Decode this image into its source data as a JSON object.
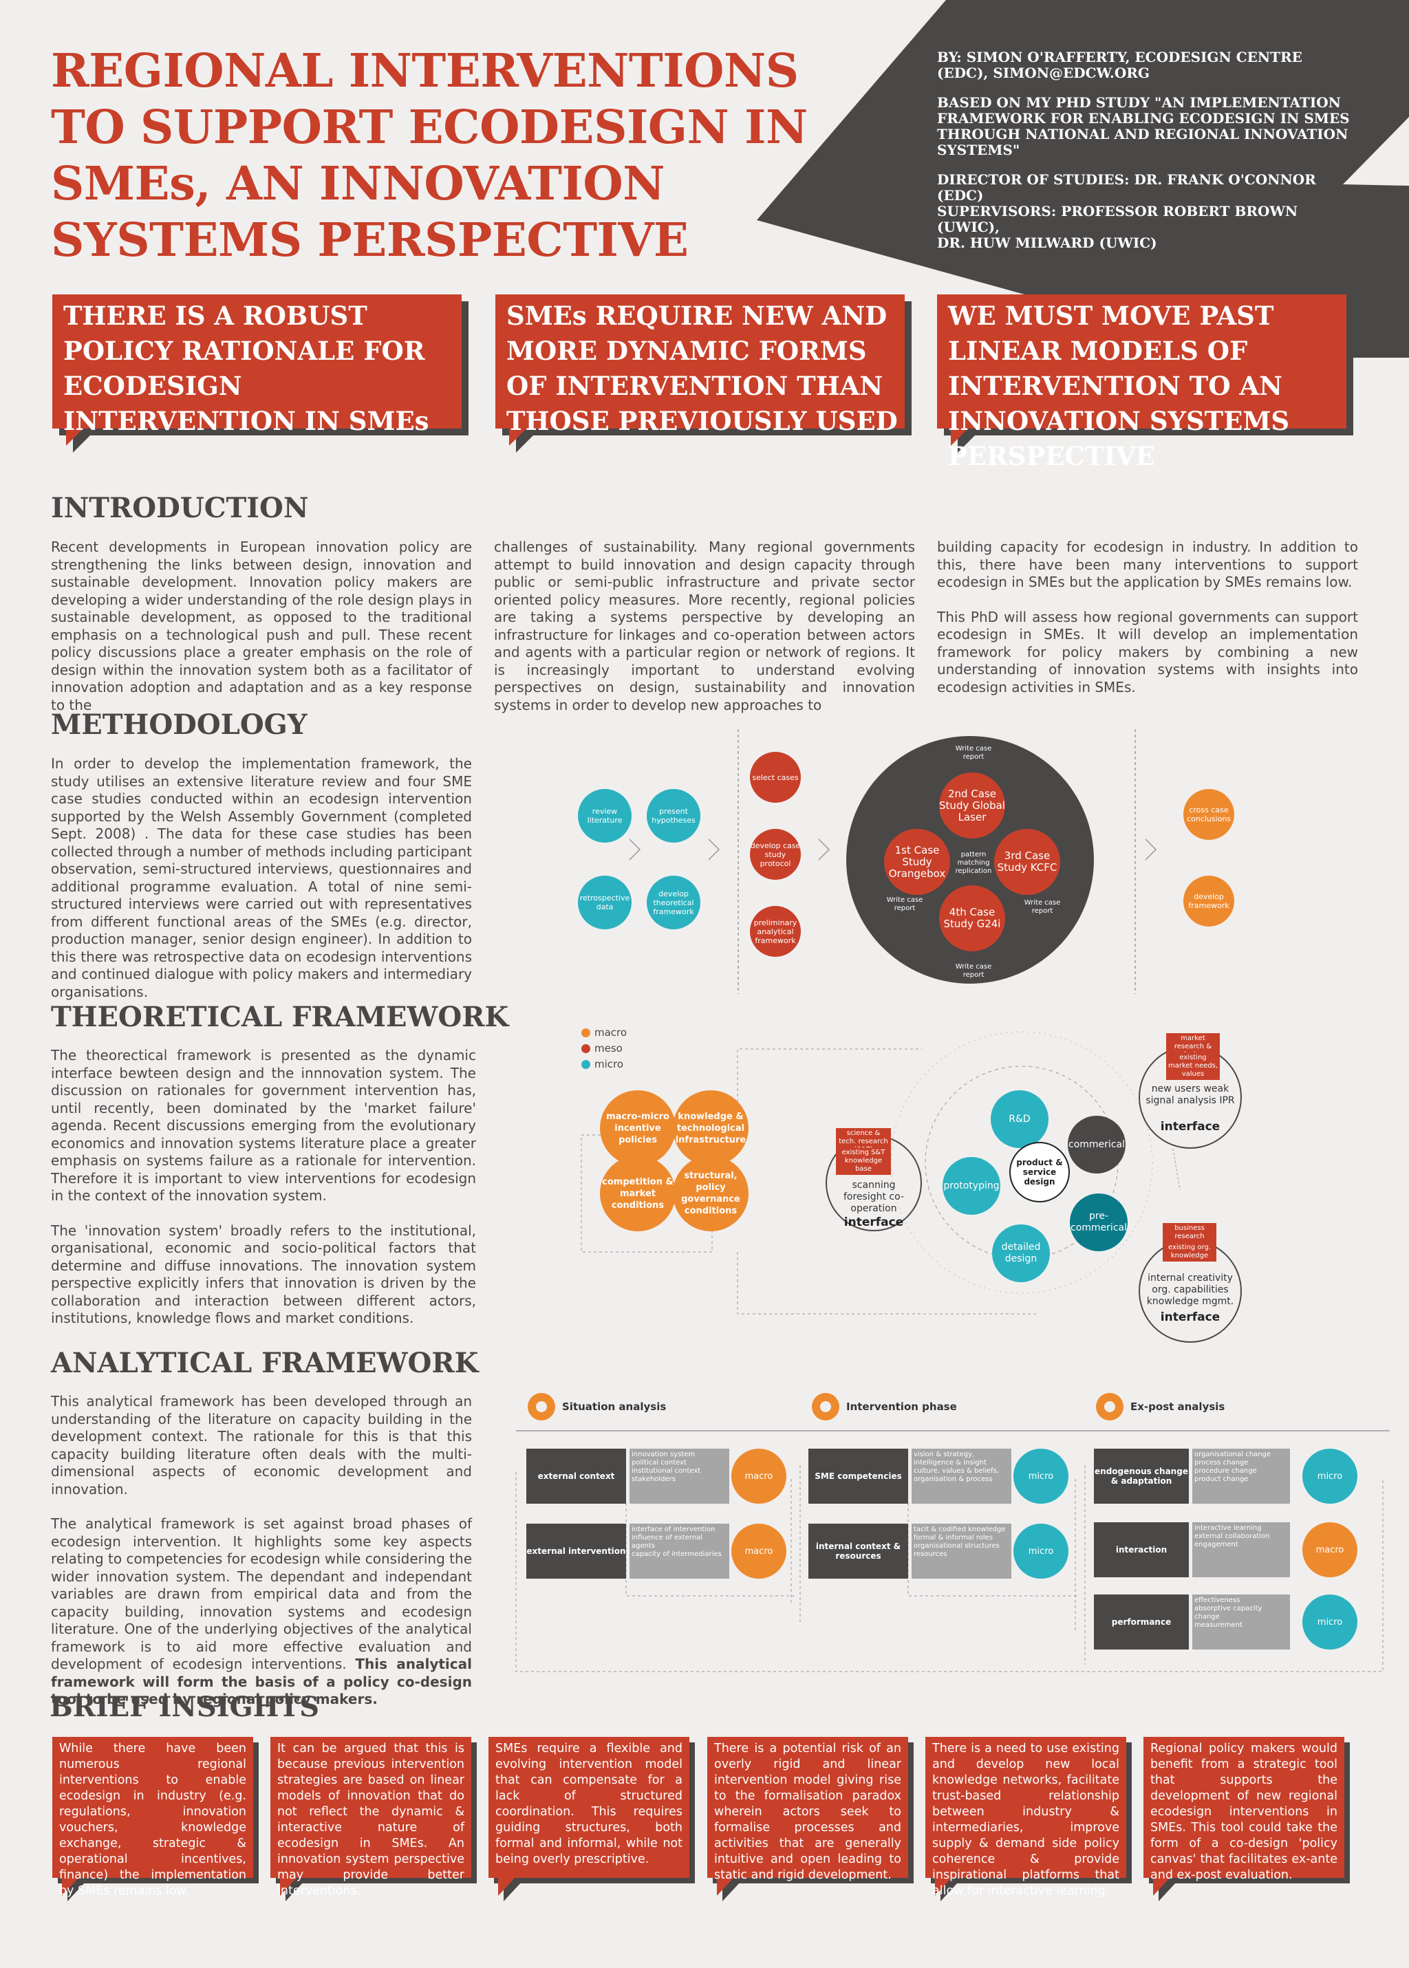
{
  "header": {
    "title": "REGIONAL INTERVENTIONS TO SUPPORT ECODESIGN IN SMEs, AN INNOVATION SYSTEMS PERSPECTIVE",
    "byline": "BY: SIMON O'RAFFERTY, ECODESIGN CENTRE (EDC), SIMON@EDCW.ORG",
    "based_on": "BASED ON MY PHD STUDY \"AN IMPLEMENTATION FRAMEWORK FOR ENABLING ECODESIGN IN SMES THROUGH NATIONAL AND REGIONAL INNOVATION SYSTEMS\"",
    "supervisors": "DIRECTOR OF STUDIES: DR. FRANK O'CONNOR (EDC)\nSUPERVISORS: PROFESSOR ROBERT BROWN (UWIC),\nDR. HUW MILWARD (UWIC)"
  },
  "banners": [
    "THERE IS A ROBUST POLICY RATIONALE FOR ECODESIGN INTERVENTION IN SMEs",
    "SMEs REQUIRE NEW AND MORE DYNAMIC FORMS OF INTERVENTION THAN THOSE PREVIOUSLY USED",
    "WE MUST MOVE PAST LINEAR MODELS OF INTERVENTION TO AN INNOVATION SYSTEMS PERSPECTIVE"
  ],
  "sections": {
    "introduction": {
      "heading": "INTRODUCTION",
      "col1": "Recent developments in European innovation policy are strengthening the links between design, innovation and sustainable development. Innovation policy makers are developing a wider understanding of the role design plays in sustainable development, as opposed to the traditional emphasis on a technological push and pull. These recent policy discussions place a greater emphasis on the role of design within the innovation system both as a facilitator of innovation adoption and adaptation and as a key response to the",
      "col2": "challenges of sustainability. Many regional governments attempt to build innovation and design capacity through public or semi-public infrastructure and private sector oriented policy measures. More recently, regional policies are taking a systems perspective by developing an infrastructure for linkages and co-operation between actors and agents with a particular region or network of regions. It is increasingly important to understand evolving perspectives on design, sustainability and innovation systems in order to develop new approaches to",
      "col3a": "building capacity for ecodesign in industry. In addition to this, there have been many interventions to support ecodesign in SMEs but the application by SMEs remains low.",
      "col3b": "This PhD will assess how regional governments can support ecodesign in SMEs. It will develop an implementation framework for policy makers by combining a new understanding of innovation systems with insights into ecodesign activities in SMEs."
    },
    "methodology": {
      "heading": "METHODOLOGY",
      "text": "In order to develop the implementation framework, the study utilises an extensive literature review and four SME case studies conducted within an ecodesign intervention supported by the Welsh Assembly Government (completed Sept. 2008) . The data for these case studies has been collected through a number of methods including participant observation, semi-structured interviews, questionnaires and additional programme evaluation. A total of nine semi-structured interviews were carried out with representatives from different functional areas of the SMEs (e.g. director, production manager, senior design engineer). In addition to this there was retrospective data on ecodesign interventions and continued dialogue with policy makers and intermediary organisations."
    },
    "theoretical": {
      "heading": "THEORETICAL FRAMEWORK",
      "p1": "The theorectical framework is presented as the dynamic interface bewteen design and the innnovation system. The discussion on rationales for government intervention has, until recently, been dominated by the 'market failure' agenda. Recent discussions emerging from the evolutionary economics and innovation systems literature place a greater emphasis on systems failure as a rationale for intervention. Therefore it is important to view interventions for ecodesign in the context of the innovation system.",
      "p2": "The 'innovation system' broadly refers to the institutional, organisational, economic and socio-political factors that determine and diffuse innovations. The innovation system perspective explicitly infers that innovation is driven by the collaboration and interaction between different actors, institutions, knowledge flows and market conditions."
    },
    "analytical": {
      "heading": "ANALYTICAL FRAMEWORK",
      "p1": "This analytical framework has been developed through an understanding of the literature on capacity building in the development context. The rationale for this is that this capacity building literature often deals with the multi-dimensional aspects of economic development and innovation.",
      "p2": "The analytical framework is set against broad phases of ecodesign intervention. It highlights some key aspects relating to competencies for ecodesign while considering the wider innovation system. The dependant and independant variables are drawn from empirical data and from the capacity building, innovation systems and ecodesign literature. One of the underlying objectives of the analytical framework is to aid more effective evaluation and development of ecodesign interventions.",
      "p2_bold": "This analytical framework will form the basis of a policy co-design tool to be used by regional policy makers."
    },
    "insights": {
      "heading": "BRIEF INSIGHTS",
      "items": [
        "While there have been numerous regional interventions to enable ecodesign in industry (e.g. regulations, innovation vouchers, knowledge exchange, strategic & operational incentives, finance) the implementation by SMEs remains low.",
        "It can be argued that this is because previous intervention strategies are based on linear models of innovation that do not reflect the dynamic & interactive nature of ecodesign in SMEs. An innovation system perspective may provide better interventions.",
        "SMEs require a flexible and evolving intervention model that can compensate for a lack of structured coordination. This requires guiding structures, both formal and informal, while not being overly prescriptive.",
        "There is a potential risk of an overly rigid and linear intervention model giving rise to the formalisation paradox wherein actors seek to formalise processes and activities that are generally intuitive and open leading to static and rigid development.",
        "There is a need to use existing and develop new local knowledge networks, facilitate trust-based relationship between industry & intermediaries, improve supply & demand side policy coherence & provide inspirational platforms that allow for interactive learning.",
        "Regional policy makers would benefit from a strategic tool that supports the development of new regional ecodesign interventions in SMEs. This tool could take the form of a co-design 'policy canvas' that facilitates ex-ante and ex-post evaluation."
      ]
    }
  },
  "method_diagram": {
    "review": "review literature",
    "present": "present hypotheses",
    "retro": "retrospective data",
    "develop_tf": "develop theoretical framework",
    "select": "select cases",
    "protocol": "develop case study protocol",
    "prelim": "preliminary analytical framework",
    "case2": "2nd Case Study Global Laser",
    "case1": "1st Case Study Orangebox",
    "case3": "3rd Case Study KCFC",
    "case4": "4th Case Study G24i",
    "pattern": "pattern matching replication",
    "write": "Write case report",
    "cross": "cross case conclusions",
    "develop_fw": "develop framework"
  },
  "theory_diagram": {
    "legend": [
      "macro",
      "meso",
      "micro"
    ],
    "macro_micro": "macro-micro incentive policies",
    "knowledge": "knowledge & technological infrastructure",
    "competition": "competition & market conditions",
    "structural": "structural, policy governance conditions",
    "left_tag1": "science & tech. research (S&T)",
    "left_tag2": "existing S&T knowledge base",
    "left_text": "scanning foresight co-operation",
    "interface": "interface",
    "rd": "R&D",
    "commercial": "commerical",
    "pre_commercial": "pre-commerical",
    "detailed": "detailed design",
    "prototyping": "prototyping",
    "center": "product & service design",
    "top_tag1": "market research & design",
    "top_tag2": "existing market needs, values",
    "top_text": "new users weak signal analysis IPR",
    "bot_tag1": "business research",
    "bot_tag2": "existing org. knowledge",
    "bot_text": "internal creativity org. capabilities knowledge mgmt."
  },
  "analytical_diagram": {
    "phases": [
      "Situation analysis",
      "Intervention phase",
      "Ex-post analysis"
    ],
    "rows": [
      {
        "label": "external context",
        "detail": "innovation system\npolitical context\ninstitutional context\nstakeholders",
        "level": "macro"
      },
      {
        "label": "external intervention",
        "detail": "interface of intervention\ninfluence of external agents\ncapacity of intermediaries",
        "level": "macro"
      },
      {
        "label": "SME competencies",
        "detail": "vision & strategy,\nintelligence & insight\nculture, values & beliefs,\norganisation & process",
        "level": "micro"
      },
      {
        "label": "internal context & resources",
        "detail": "tacit & codified knowledge\nformal & informal roles\norganisational structures\nresources",
        "level": "micro"
      },
      {
        "label": "endogenous change & adaptation",
        "detail": "organisational change\nprocess change\nprocedure change\nproduct change",
        "level": "micro"
      },
      {
        "label": "interaction",
        "detail": "interactive learning\nexternal collaboration\nengagement",
        "level": "macro"
      },
      {
        "label": "performance",
        "detail": "effectiveness\nabsorptive capacity\nchange\nmeasurement",
        "level": "micro"
      }
    ]
  },
  "colors": {
    "red": "#c8402a",
    "dark": "#4a4747",
    "teal": "#2bb2c0",
    "orange": "#ee8a2e",
    "bg": "#f1efee"
  }
}
